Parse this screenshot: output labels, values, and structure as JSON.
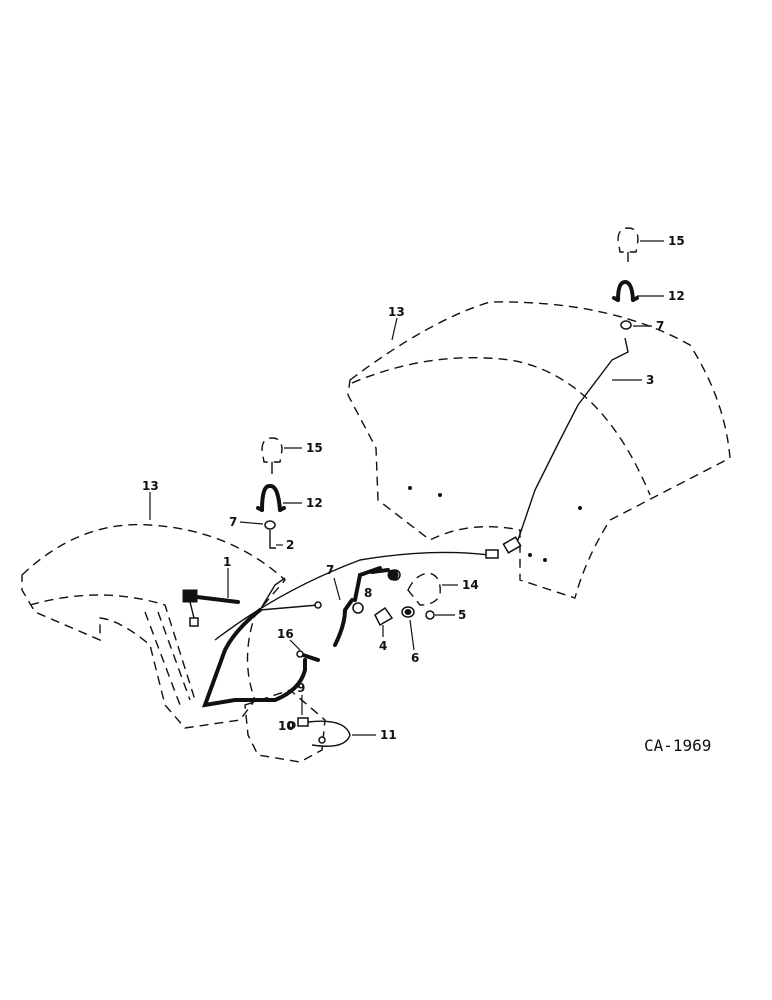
{
  "drawing_code": "CA-1969",
  "callouts": {
    "c15_right": "15",
    "c12_right": "12",
    "c7_right": "7",
    "c3": "3",
    "c13_right": "13",
    "c13_left": "13",
    "c15_left": "15",
    "c12_left": "12",
    "c7_left": "7",
    "c2": "2",
    "c1": "1",
    "c7_mid": "7",
    "c8": "8",
    "c14": "14",
    "c5": "5",
    "c16": "16",
    "c4": "4",
    "c6": "6",
    "c9": "9",
    "c10": "10",
    "c11": "11"
  }
}
